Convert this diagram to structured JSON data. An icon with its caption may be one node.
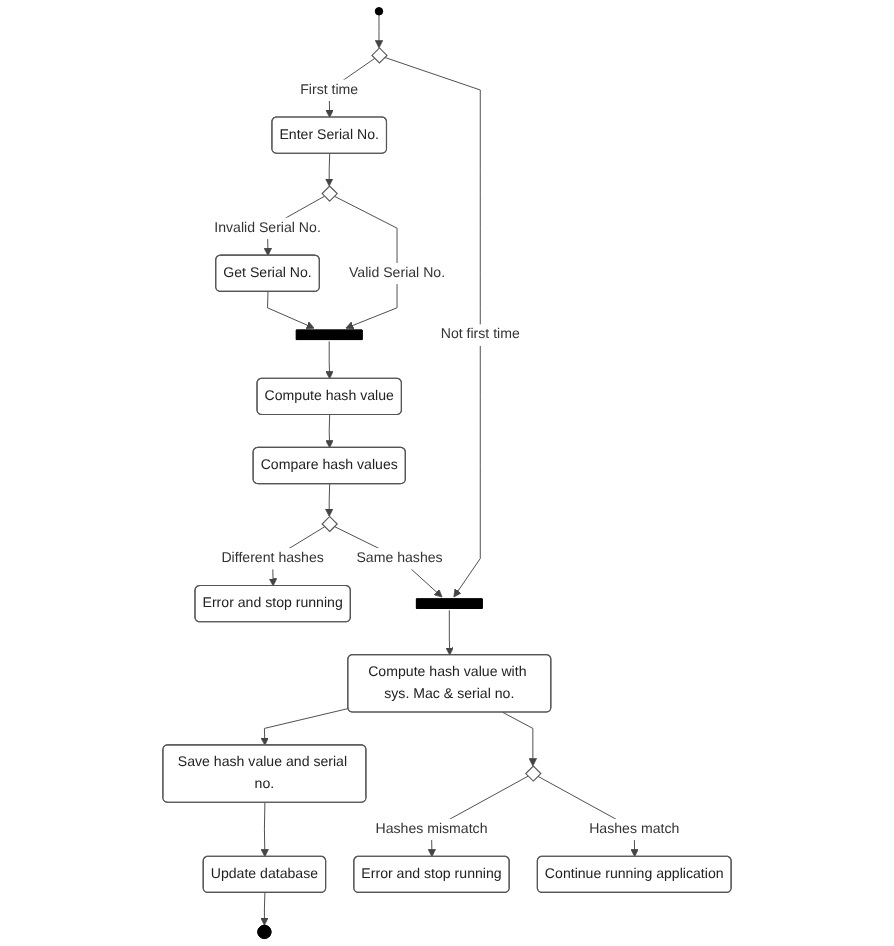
{
  "diagram": {
    "nodes": [
      {
        "text": [],
        "shape": "circle"
      },
      {
        "text": [],
        "shape": "diamond"
      },
      {
        "text": [
          "Enter Serial No."
        ]
      },
      {
        "text": [],
        "shape": "diamond"
      },
      {
        "text": [
          "Get Serial No."
        ]
      },
      {
        "text": [],
        "shape": "bar"
      },
      {
        "text": [
          "Compute hash value"
        ]
      },
      {
        "text": [
          "Compare hash values"
        ]
      },
      {
        "text": [],
        "shape": "diamond"
      },
      {
        "text": [
          "Error and stop running"
        ]
      },
      {
        "text": [],
        "shape": "bar"
      },
      {
        "text": [
          "Compute hash value with sys. Mac & serial no."
        ]
      },
      {
        "text": [
          "Save hash value and serial no."
        ]
      },
      {
        "text": [
          "Update database"
        ]
      },
      {
        "text": [],
        "shape": "circle"
      },
      {
        "text": [],
        "shape": "diamond"
      },
      {
        "text": [
          "Error and stop running"
        ]
      },
      {
        "text": [
          "Continue running application"
        ]
      }
    ],
    "edges": [
      {
        "from": 0,
        "to": 1,
        "arrow": "to"
      },
      {
        "from": 1,
        "to": 2,
        "arrow": "to",
        "label": "First time"
      },
      {
        "from": 1,
        "to": 10,
        "arrow": "to",
        "label": "Not first time"
      },
      {
        "from": 2,
        "to": 3,
        "arrow": "to"
      },
      {
        "from": 3,
        "to": 5,
        "arrow": "to",
        "label": "Valid Serial No."
      },
      {
        "from": 3,
        "to": 4,
        "arrow": "to",
        "label": "Invalid Serial No."
      },
      {
        "from": 4,
        "to": 5,
        "arrow": "to"
      },
      {
        "from": 5,
        "to": 6,
        "arrow": "to"
      },
      {
        "from": 6,
        "to": 7,
        "arrow": "to"
      },
      {
        "from": 7,
        "to": 8,
        "arrow": "to"
      },
      {
        "from": 8,
        "to": 10,
        "arrow": "to",
        "label": "Same hashes"
      },
      {
        "from": 8,
        "to": 9,
        "arrow": "to",
        "label": "Different hashes"
      },
      {
        "from": 10,
        "to": 11,
        "arrow": "to"
      },
      {
        "from": 11,
        "to": 12,
        "arrow": "to"
      },
      {
        "from": 11,
        "to": 15,
        "arrow": "to"
      },
      {
        "from": 12,
        "to": 13,
        "arrow": "to"
      },
      {
        "from": 13,
        "to": 14,
        "arrow": "to"
      },
      {
        "from": 15,
        "to": 16,
        "arrow": "to",
        "label": "Hashes mismatch"
      },
      {
        "from": 15,
        "to": 17,
        "arrow": "to",
        "label": "Hashes match"
      }
    ]
  }
}
